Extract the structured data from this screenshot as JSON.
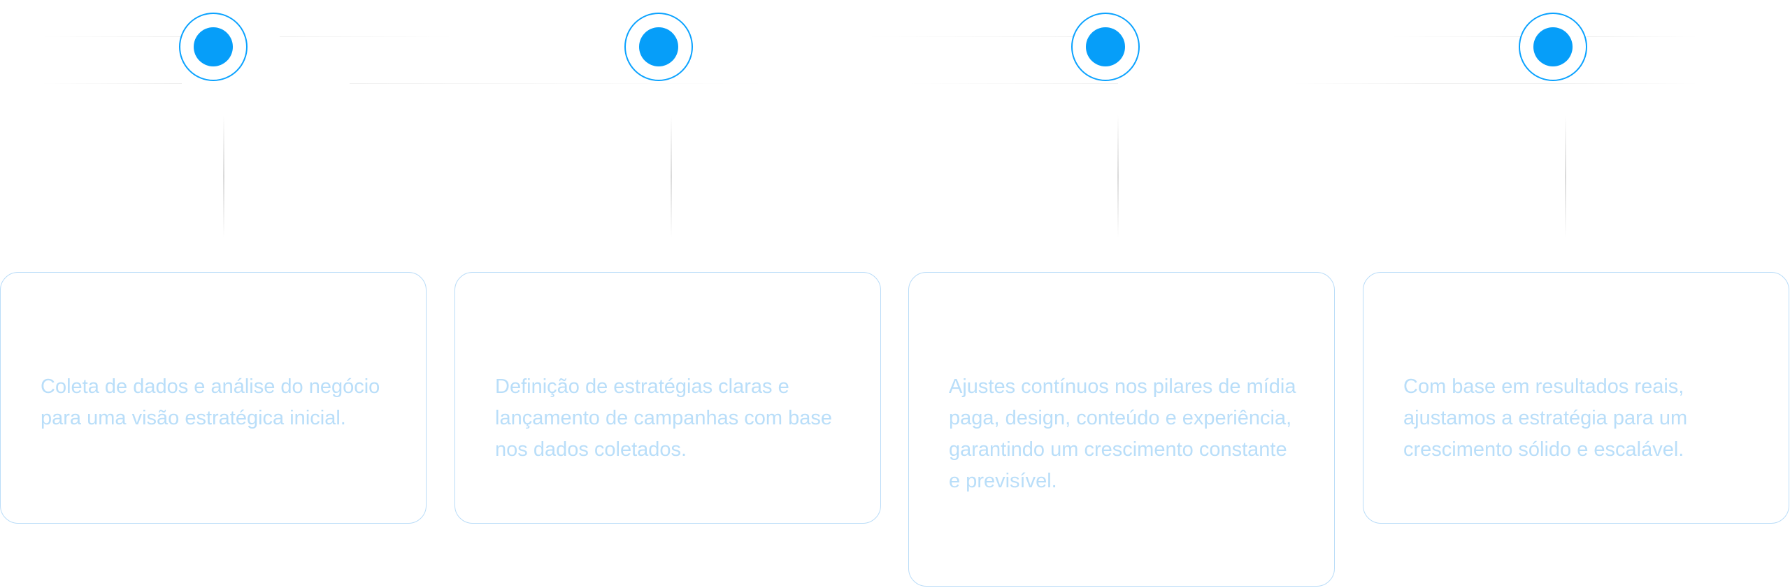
{
  "colors": {
    "accent": "#069ef9",
    "ring": "#0aa2ff",
    "card_border": "#b9dcf8",
    "card_text": "#b9def9",
    "connector": "#dadada"
  },
  "steps": [
    {
      "icon": "circle-dot-icon",
      "description": "Coleta de dados e análise do negócio para uma visão estratégica inicial."
    },
    {
      "icon": "circle-dot-icon",
      "description": "Definição de estratégias claras e lançamento de campanhas com base nos dados coletados."
    },
    {
      "icon": "circle-dot-icon",
      "description": "Ajustes contínuos nos pilares de mídia paga, design, conteúdo e experiência, garantindo um crescimento constante e previsível."
    },
    {
      "icon": "circle-dot-icon",
      "description": "Com base em resultados reais, ajustamos a estratégia para um crescimento sólido e escalável."
    }
  ]
}
